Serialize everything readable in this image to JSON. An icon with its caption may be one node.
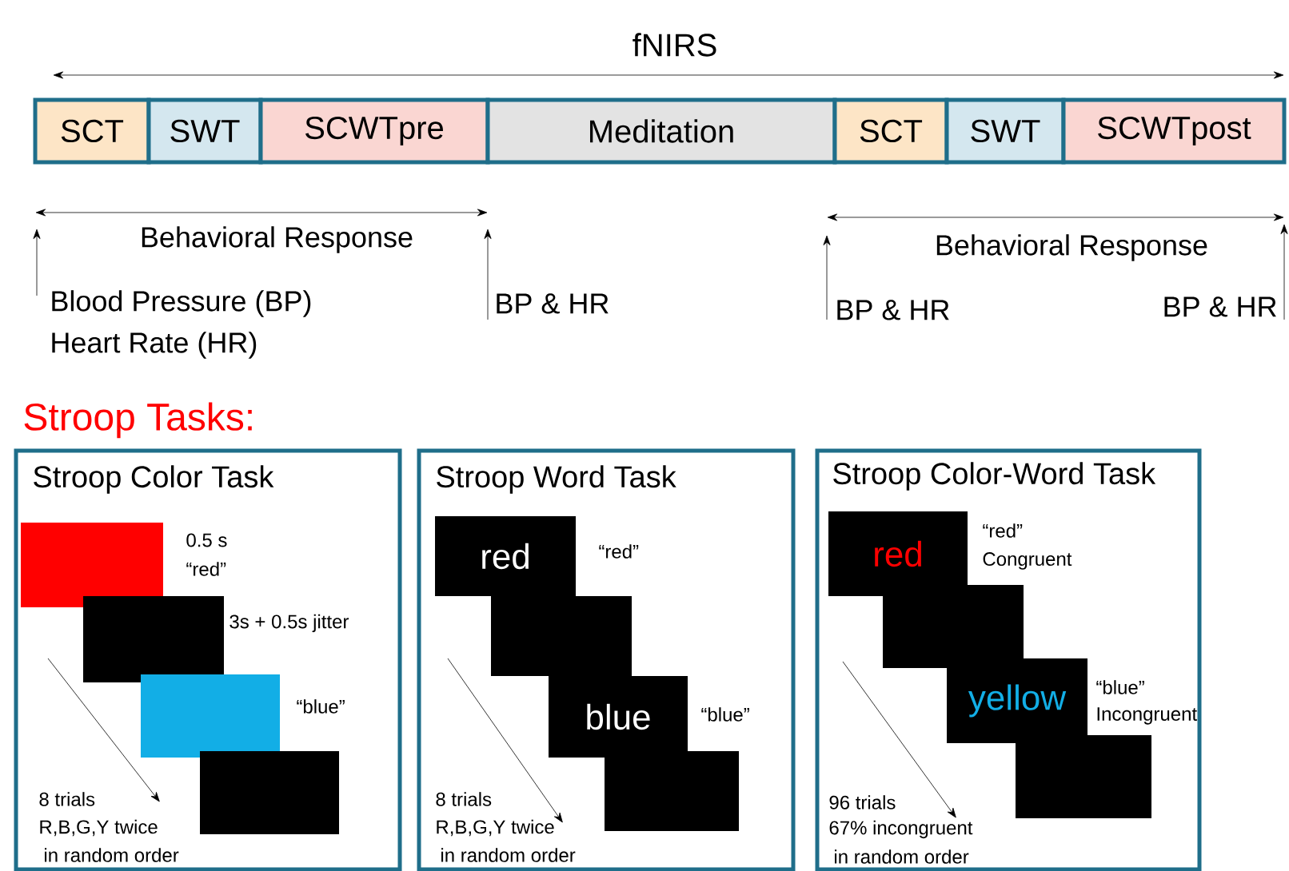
{
  "diagram": {
    "nodes": [
      {
        "text": [
          "SCT"
        ]
      },
      {
        "text": [
          "SWT"
        ]
      },
      {
        "text": [
          "SCWTpre"
        ]
      },
      {
        "text": [
          "Meditation"
        ]
      },
      {
        "text": [
          "SCT"
        ]
      },
      {
        "text": [
          "SWT"
        ]
      },
      {
        "text": [
          "SCWTpost"
        ]
      },
      {
        "text": [
          "Stroop Color Task"
        ]
      },
      {
        "text": [],
        "shape": "box",
        "in": 7,
        "beside": [
          "0.5 s",
          "“red”"
        ]
      },
      {
        "text": [],
        "shape": "box",
        "in": 7,
        "beside": [
          "3s + 0.5s jitter"
        ]
      },
      {
        "text": [],
        "shape": "box",
        "in": 7,
        "beside": [
          "“blue”"
        ]
      },
      {
        "text": [],
        "shape": "box",
        "in": 7
      },
      {
        "text": [
          "Stroop Word Task"
        ]
      },
      {
        "text": [
          "red"
        ],
        "in": 12,
        "beside": [
          "“red”"
        ]
      },
      {
        "text": [],
        "shape": "box",
        "in": 12
      },
      {
        "text": [
          "blue"
        ],
        "in": 12,
        "beside": [
          "“blue”"
        ]
      },
      {
        "text": [],
        "shape": "box",
        "in": 12
      },
      {
        "text": [
          "Stroop Color-Word Task"
        ]
      },
      {
        "text": [
          "red"
        ],
        "in": 17,
        "beside": [
          "“red”",
          "Congruent"
        ]
      },
      {
        "text": [],
        "shape": "box",
        "in": 17
      },
      {
        "text": [
          "yellow"
        ],
        "in": 17,
        "beside": [
          "“blue”",
          "Incongruent"
        ]
      },
      {
        "text": [],
        "shape": "box",
        "in": 17
      }
    ],
    "labels": [
      "fNIRS",
      "Behavioral Response",
      "Behavioral Response",
      "Blood Pressure (BP)",
      "Heart Rate (HR)",
      "BP & HR",
      "BP & HR",
      "BP & HR",
      "Stroop Tasks:",
      "8 trials",
      "R,B,G,Y twice",
      "in random order",
      "8 trials",
      "R,B,G,Y twice",
      "in random order",
      "96 trials",
      "67% incongruent",
      "in random order"
    ]
  }
}
